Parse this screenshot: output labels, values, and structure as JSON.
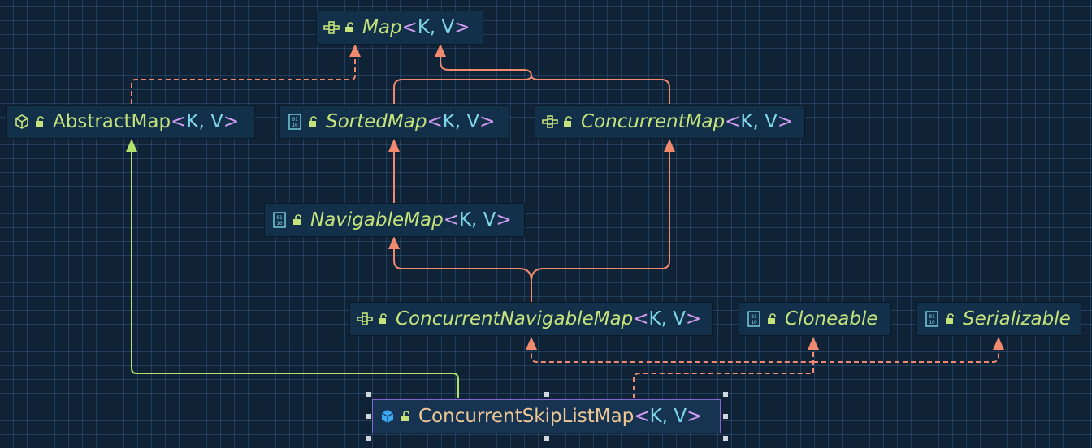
{
  "nodes": {
    "map": {
      "name": "Map",
      "type_params": "K, V",
      "kind": "interface"
    },
    "abstract_map": {
      "name": "AbstractMap",
      "type_params": "K, V",
      "kind": "abstract-class"
    },
    "sorted_map": {
      "name": "SortedMap",
      "type_params": "K, V",
      "kind": "interface"
    },
    "concurrent_map": {
      "name": "ConcurrentMap",
      "type_params": "K, V",
      "kind": "interface"
    },
    "navigable_map": {
      "name": "NavigableMap",
      "type_params": "K, V",
      "kind": "interface"
    },
    "concurrent_navigable_map": {
      "name": "ConcurrentNavigableMap",
      "type_params": "K, V",
      "kind": "interface"
    },
    "cloneable": {
      "name": "Cloneable",
      "type_params": "",
      "kind": "interface"
    },
    "serializable": {
      "name": "Serializable",
      "type_params": "",
      "kind": "interface"
    },
    "concurrent_skip_list_map": {
      "name": "ConcurrentSkipListMap",
      "type_params": "K, V",
      "kind": "class",
      "selected": true
    }
  },
  "colors": {
    "extends_edge": "#f08a6e",
    "class_extends_edge": "#b2e06a",
    "implements_edge": "#f08a6e",
    "background": "#0f2236",
    "selection": "#8a63d2"
  }
}
